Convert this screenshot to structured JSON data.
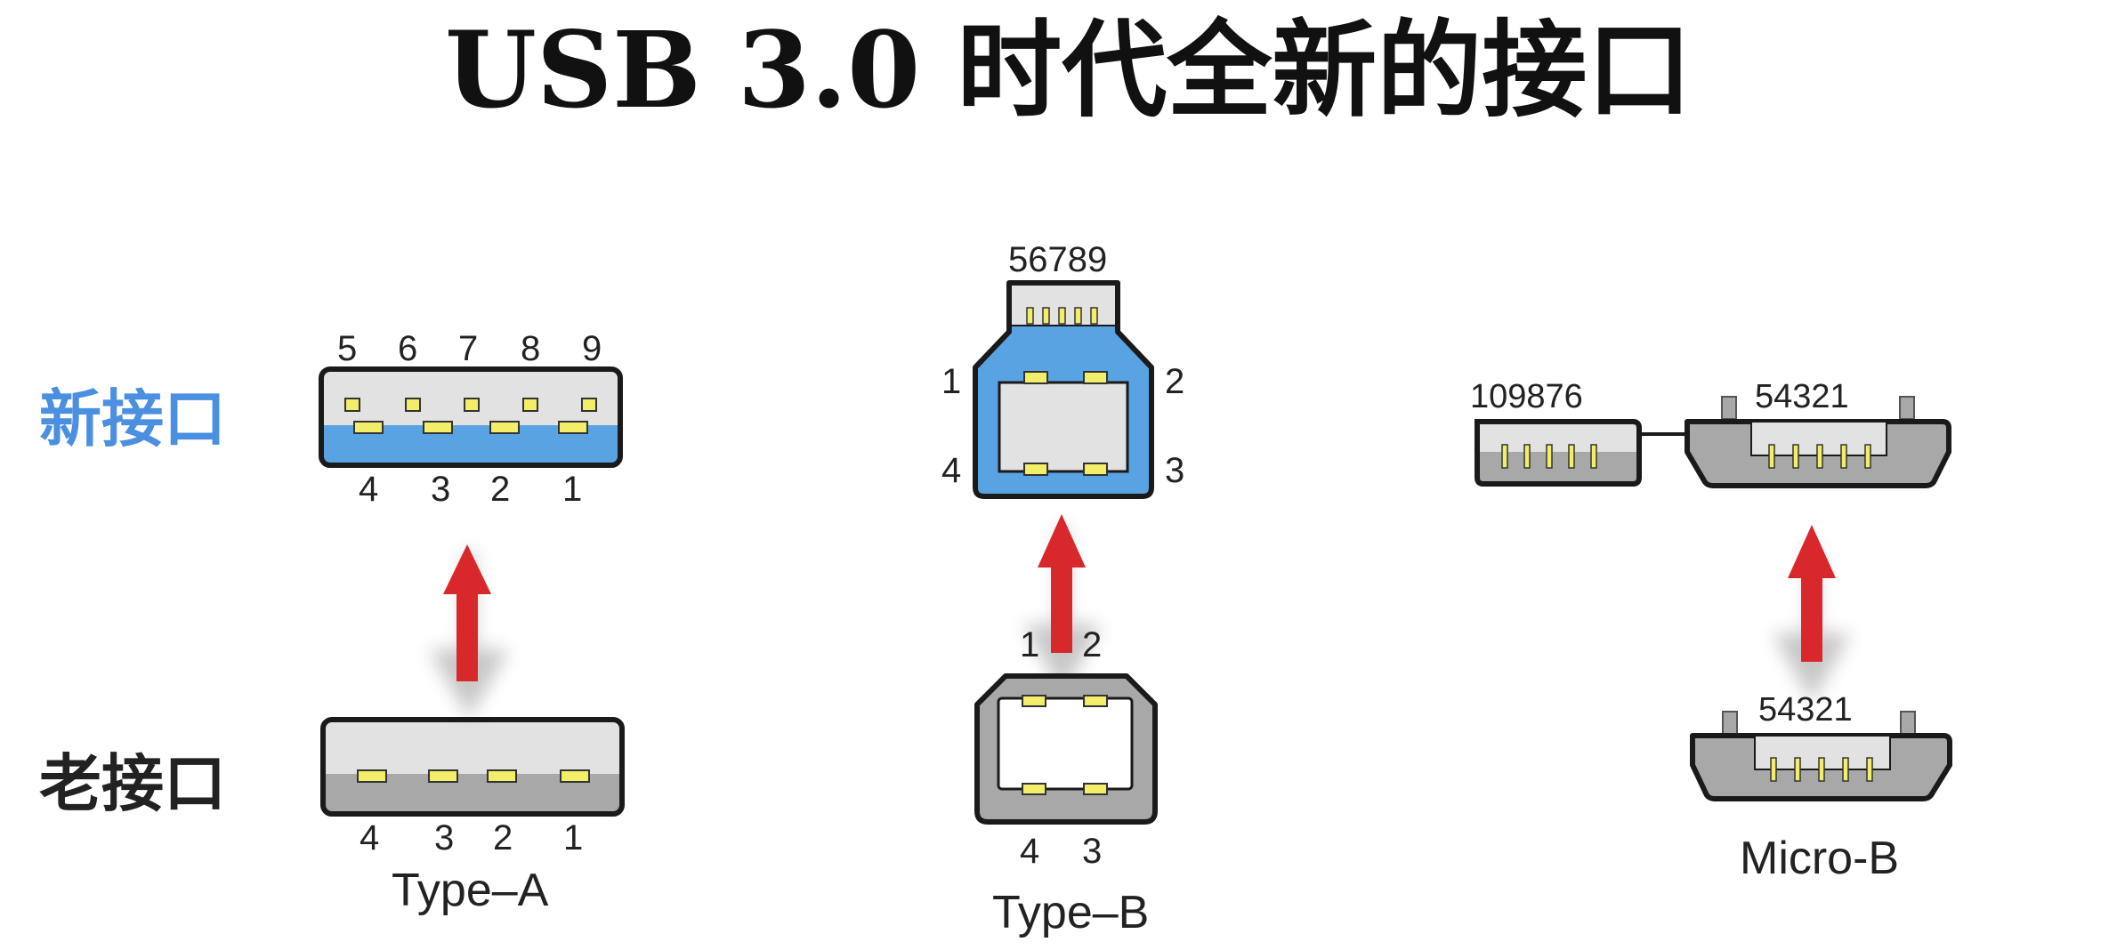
{
  "title": "USB 3.0 时代全新的接口",
  "labels": {
    "new_port": "新接口",
    "old_port": "老接口"
  },
  "types": {
    "a": "Type–A",
    "b": "Type–B",
    "micro": "Micro-B"
  },
  "pins": {
    "a_new_top": [
      "5",
      "6",
      "7",
      "8",
      "9"
    ],
    "a_new_bottom": [
      "4",
      "3",
      "2",
      "1"
    ],
    "a_old_bottom": [
      "4",
      "3",
      "2",
      "1"
    ],
    "b_new_top": "56789",
    "b_new_left": [
      "1",
      "4"
    ],
    "b_new_right": [
      "2",
      "3"
    ],
    "b_old_top": [
      "1",
      "2"
    ],
    "b_old_bottom": [
      "4",
      "3"
    ],
    "micro_new_left": "109876",
    "micro_new_right": "54321",
    "micro_old": "54321"
  },
  "colors": {
    "blue": "#5aa3e3",
    "gray": "#a8a8a8",
    "light": "#e2e2e2",
    "pin": "#f3ee6a",
    "arrow": "#d9282b",
    "label_new": "#4a8fe0",
    "label_old": "#222222",
    "outline": "#1a1a1a"
  }
}
